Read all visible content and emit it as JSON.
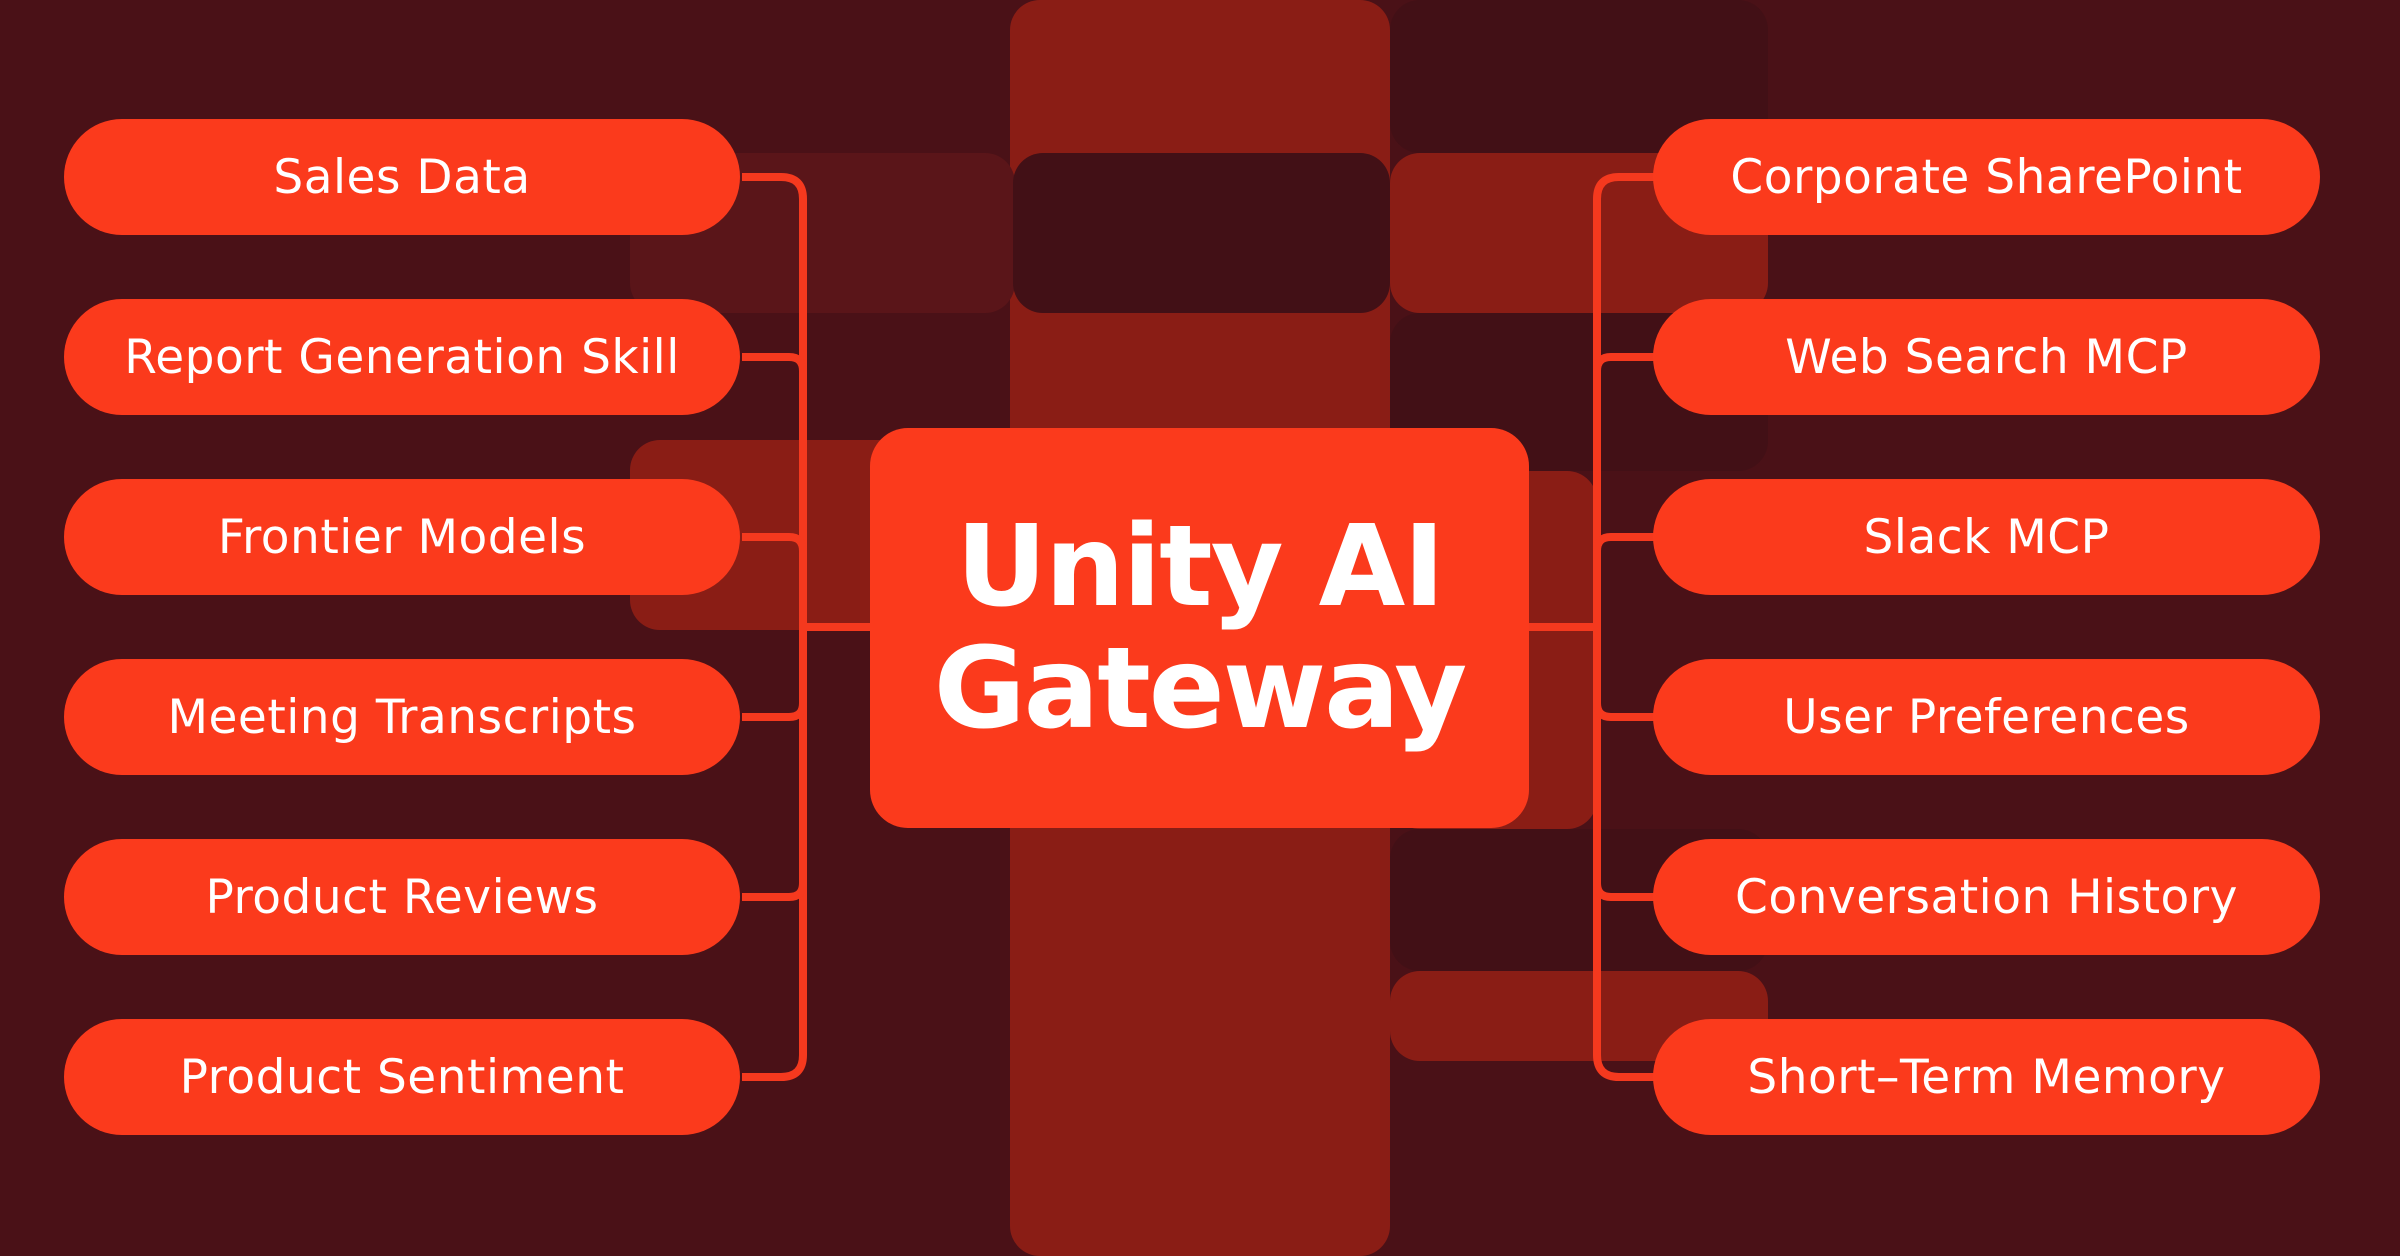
{
  "diagram": {
    "center_node": {
      "lines": [
        "Unity AI",
        "Gateway"
      ]
    },
    "left_nodes": [
      "Sales Data",
      "Report Generation Skill",
      "Frontier Models",
      "Meeting Transcripts",
      "Product Reviews",
      "Product Sentiment"
    ],
    "right_nodes": [
      "Corporate SharePoint",
      "Web Search MCP",
      "Slack MCP",
      "User Preferences",
      "Conversation History",
      "Short–Term Memory"
    ],
    "colors": {
      "node_fill": "#FB3A1C",
      "connector_line": "#F5391E",
      "node_text": "#FFFFFF",
      "background_base": "#4A1117",
      "background_tile_brick": "#8A1D15",
      "background_tile_dark": "#421016",
      "background_tile_light": "#5A1519"
    }
  }
}
